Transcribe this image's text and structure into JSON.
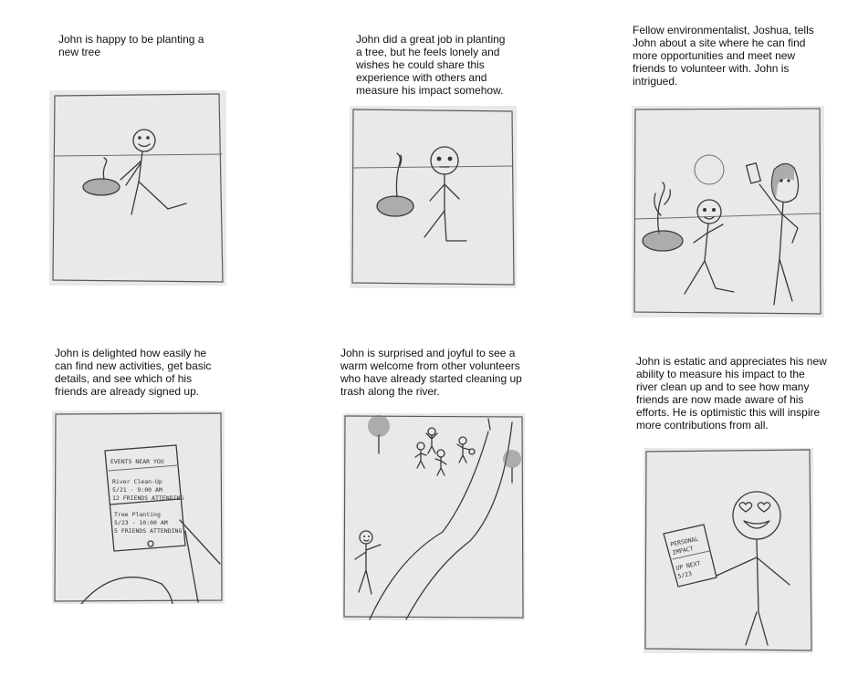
{
  "panels": [
    {
      "caption": "John is happy to be planting a new tree"
    },
    {
      "caption": "John did a great job in planting a tree, but he feels lonely and wishes he could share this experience with others and measure his impact somehow."
    },
    {
      "caption": "Fellow environmentalist, Joshua, tells John about a site where he can find more opportunities and meet new friends to volunteer with.  John is intrigued."
    },
    {
      "caption": "John is delighted how easily he can find new activities, get basic details, and see which of his friends are already signed up."
    },
    {
      "caption": "John is surprised and joyful to see a warm welcome from other volunteers who have already started cleaning up trash along the river."
    },
    {
      "caption": "John is estatic and appreciates his new ability to measure his impact to the river clean up and to see how many friends are now made aware of his efforts.  He is optimistic this will inspire more contributions from all."
    }
  ],
  "phone_sketch": {
    "header": "EVENTS NEAR YOU",
    "event1_title": "River Clean-Up",
    "event1_time": "5/21 · 9:00 AM",
    "event1_attending": "12 FRIENDS ATTENDING",
    "event2_title": "Tree Planting",
    "event2_time": "5/23 · 10:00 AM",
    "event2_attending": "5 FRIENDS ATTENDING"
  },
  "impact_sketch": {
    "line1": "PERSONAL",
    "line2": "IMPACT",
    "line3": "UP NEXT",
    "line4": "5/23"
  }
}
